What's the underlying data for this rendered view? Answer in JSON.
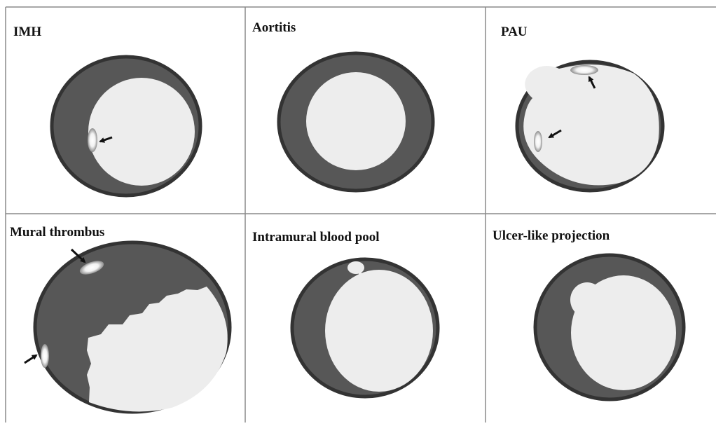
{
  "panels": [
    {
      "id": "imh",
      "label": "IMH"
    },
    {
      "id": "aortitis",
      "label": "Aortitis"
    },
    {
      "id": "pau",
      "label": "PAU"
    },
    {
      "id": "mural-thrombus",
      "label": "Mural thrombus"
    },
    {
      "id": "intramural-blood-pool",
      "label": "Intramural blood pool"
    },
    {
      "id": "ulcer-like-projection",
      "label": "Ulcer-like projection"
    }
  ],
  "colors": {
    "outer_ring": "#3a3a3a",
    "wall": "#575757",
    "lumen": "#ededed",
    "grid_line": "#8a8a8a",
    "arrow": "#111111"
  }
}
